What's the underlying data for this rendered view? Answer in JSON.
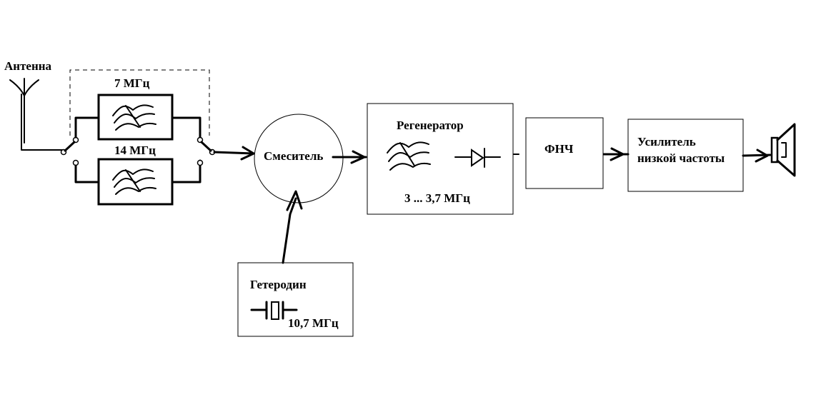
{
  "labels": {
    "antenna": "Антенна",
    "filter_top_freq": "7 МГц",
    "filter_bottom_freq": "14 МГц",
    "mixer": "Смеситель",
    "regenerator": "Регенератор",
    "regenerator_range": "3 ... 3,7 МГц",
    "lpf": "ФНЧ",
    "amplifier_line1": "Усилитель",
    "amplifier_line2": "низкой частоты",
    "oscillator": "Гетеродин",
    "oscillator_freq": "10,7 МГц"
  },
  "icons": {
    "antenna": "antenna-icon",
    "bandpass_filter": "bandpass-filter-icon",
    "switch": "band-switch-icon",
    "diode": "diode-icon",
    "crystal": "crystal-resonator-icon",
    "speaker": "loudspeaker-icon"
  },
  "colors": {
    "stroke": "#000000",
    "background": "#ffffff"
  }
}
